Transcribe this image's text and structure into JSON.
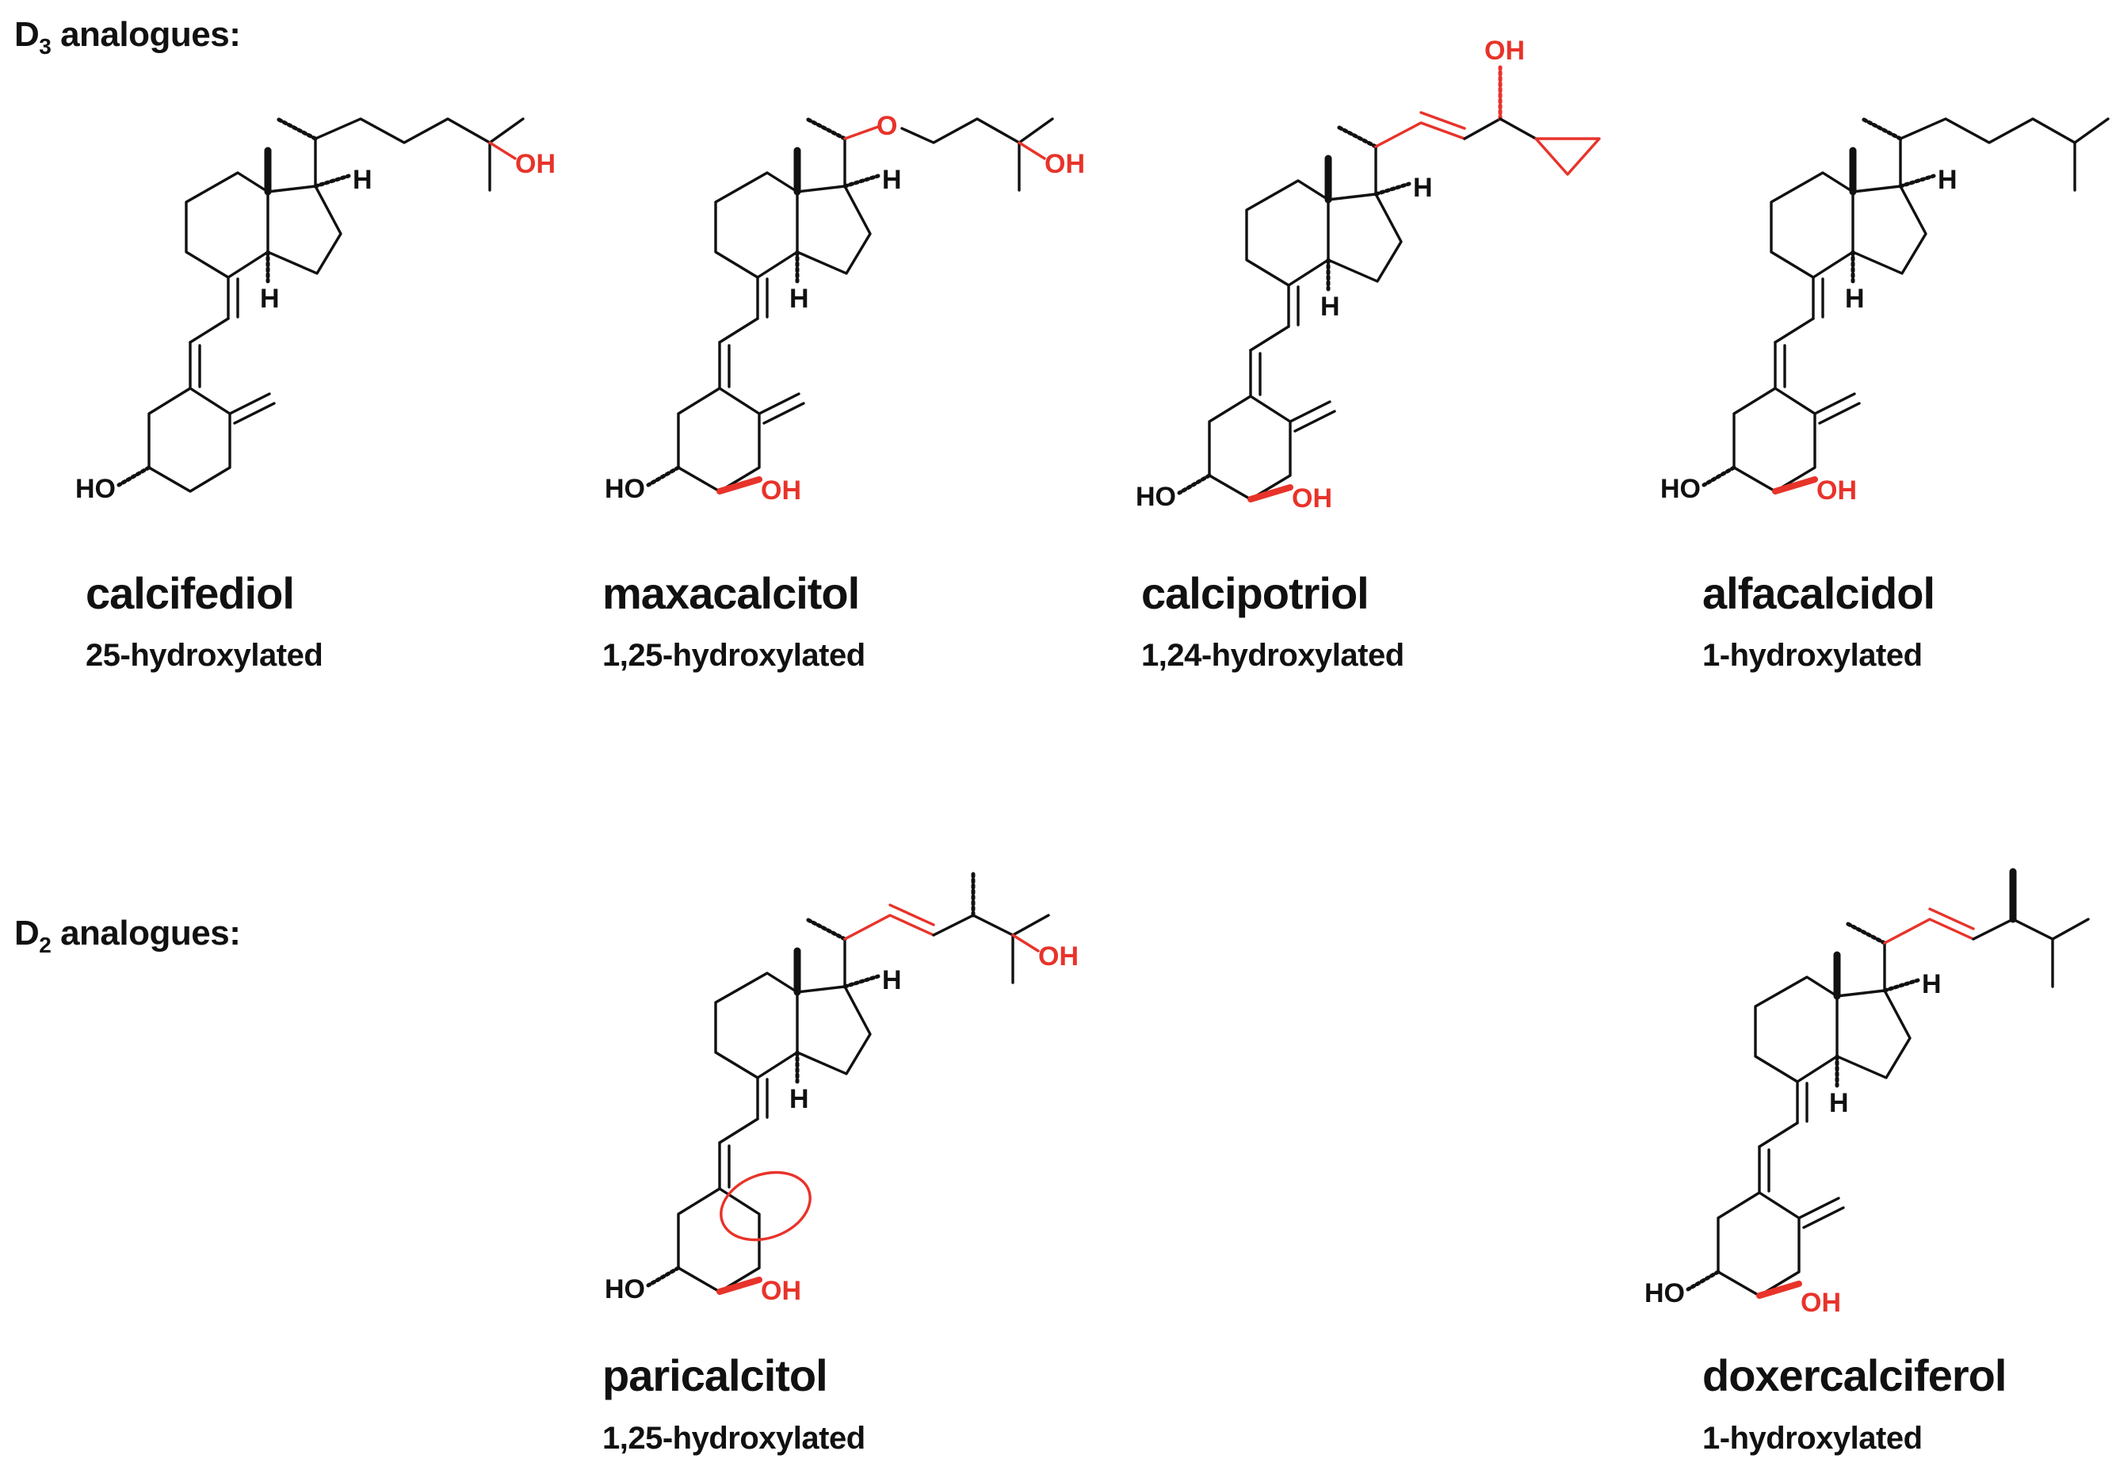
{
  "sections": {
    "d3": {
      "letter": "D",
      "subscript": "3",
      "rest": " analogues:"
    },
    "d2": {
      "letter": "D",
      "subscript": "2",
      "rest": " analogues:"
    }
  },
  "compounds": [
    {
      "key": "calcifediol",
      "name": "calcifediol",
      "description": "25-hydroxylated"
    },
    {
      "key": "maxacalcitol",
      "name": "maxacalcitol",
      "description": "1,25-hydroxylated"
    },
    {
      "key": "calcipotriol",
      "name": "calcipotriol",
      "description": "1,24-hydroxylated"
    },
    {
      "key": "alfacalcidol",
      "name": "alfacalcidol",
      "description": "1-hydroxylated"
    },
    {
      "key": "paricalcitol",
      "name": "paricalcitol",
      "description": "1,25-hydroxylated"
    },
    {
      "key": "doxercalciferol",
      "name": "doxercalciferol",
      "description": "1-hydroxylated"
    }
  ],
  "atom_labels": {
    "hydrogen": "H",
    "hydroxyl": "OH",
    "hydroxyl_left": "HO",
    "oxygen": "O"
  },
  "colors": {
    "ink": "#111111",
    "highlight": "#e8332a",
    "background": "#ffffff"
  }
}
